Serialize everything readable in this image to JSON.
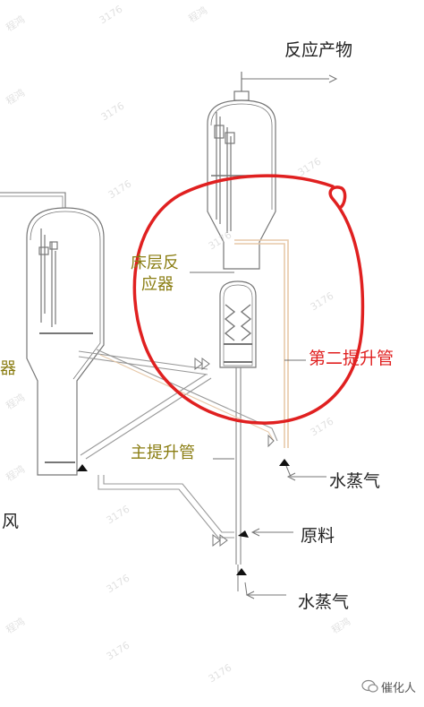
{
  "labels": {
    "reaction_product": "反应产物",
    "bed_reactor_line1": "床层反",
    "bed_reactor_line2": "应器",
    "second_riser": "第二提升管",
    "main_riser": "主提升管",
    "steam_top": "水蒸气",
    "feedstock": "原料",
    "steam_bottom": "水蒸气",
    "left_char_1": "器",
    "left_char_2": "风"
  },
  "watermark": {
    "text_a": "3176",
    "text_b": "程鸿"
  },
  "brand": {
    "text": "催化人"
  },
  "colors": {
    "annotation_red": "#e02020",
    "label_olive": "#8a7d12",
    "vessel_line": "#777777",
    "second_riser_pipe": "#e7c9a9"
  }
}
